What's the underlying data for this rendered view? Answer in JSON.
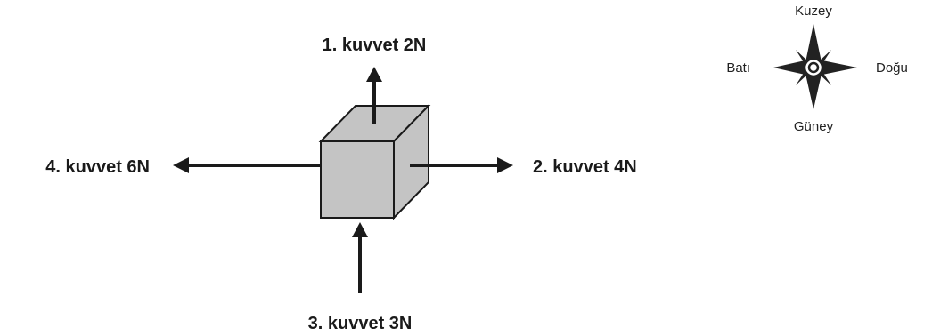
{
  "forces": [
    {
      "label": "1. kuvvet 2N",
      "direction": "north",
      "arrow_relation": "pointing away from box"
    },
    {
      "label": "2. kuvvet 4N",
      "direction": "east",
      "arrow_relation": "pointing away from box"
    },
    {
      "label": "3. kuvvet 3N",
      "direction": "north",
      "arrow_relation": "pointing toward box from below"
    },
    {
      "label": "4. kuvvet 6N",
      "direction": "west",
      "arrow_relation": "pointing away from box"
    }
  ],
  "compass": {
    "north": "Kuzey",
    "east": "Doğu",
    "south": "Güney",
    "west": "Batı"
  },
  "colors": {
    "box_front": "#c4c4c4",
    "box_side": "#c4c4c4",
    "stroke": "#1a1a1a",
    "text": "#1a1a1a",
    "compass_fill": "#222222"
  }
}
